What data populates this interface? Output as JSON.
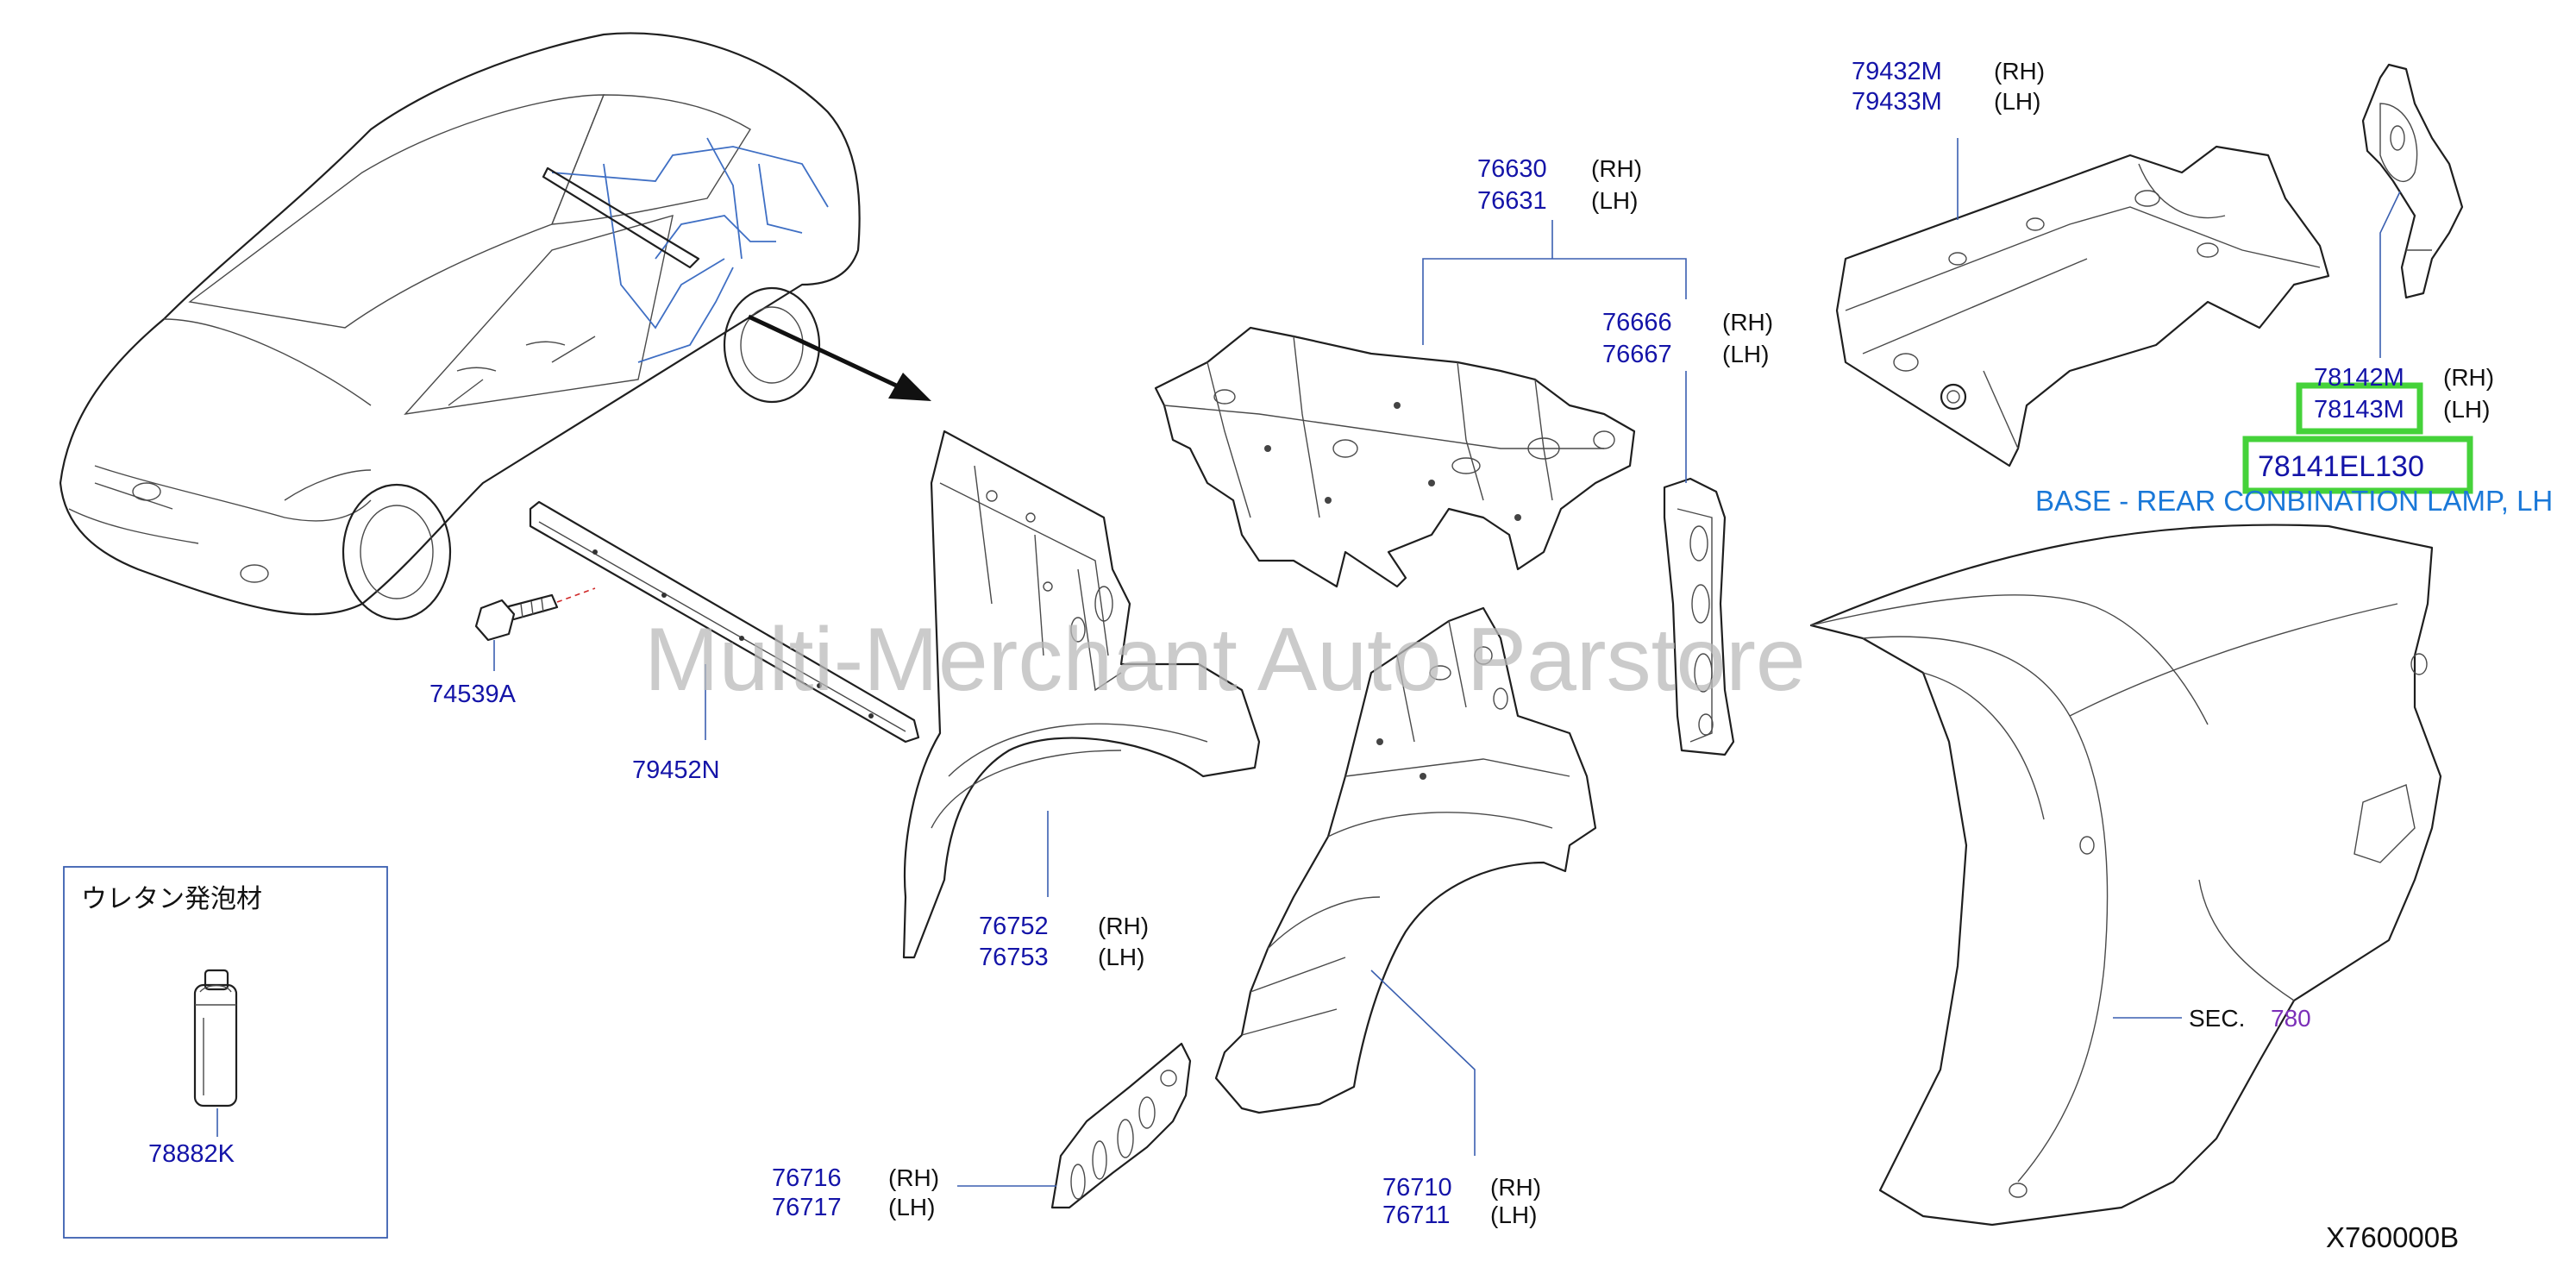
{
  "diagram_code": "X760000B",
  "watermark": "Multi-Merchant Auto Parstore",
  "highlight_color": "#45d23a",
  "part_number_color": "#1414a8",
  "description_color": "#1a78d8",
  "callouts": [
    {
      "id": "79432M",
      "side": "(RH)"
    },
    {
      "id": "79433M",
      "side": "(LH)"
    },
    {
      "id": "76630",
      "side": "(RH)"
    },
    {
      "id": "76631",
      "side": "(LH)"
    },
    {
      "id": "76666",
      "side": "(RH)"
    },
    {
      "id": "76667",
      "side": "(LH)"
    },
    {
      "id": "78142M",
      "side": "(RH)"
    },
    {
      "id": "78143M",
      "side": "(LH)"
    },
    {
      "id": "76752",
      "side": "(RH)"
    },
    {
      "id": "76753",
      "side": "(LH)"
    },
    {
      "id": "76716",
      "side": "(RH)"
    },
    {
      "id": "76717",
      "side": "(LH)"
    },
    {
      "id": "76710",
      "side": "(RH)"
    },
    {
      "id": "76711",
      "side": "(LH)"
    }
  ],
  "single_callouts": [
    "74539A",
    "79452N",
    "78882K"
  ],
  "selected_part": {
    "number": "78141EL130",
    "description": "BASE - REAR CONBINATION LAMP, LH"
  },
  "section_ref": {
    "label": "SEC.",
    "number": "780"
  },
  "inset": {
    "caption": "ウレタン発泡材",
    "part": "78882K"
  }
}
